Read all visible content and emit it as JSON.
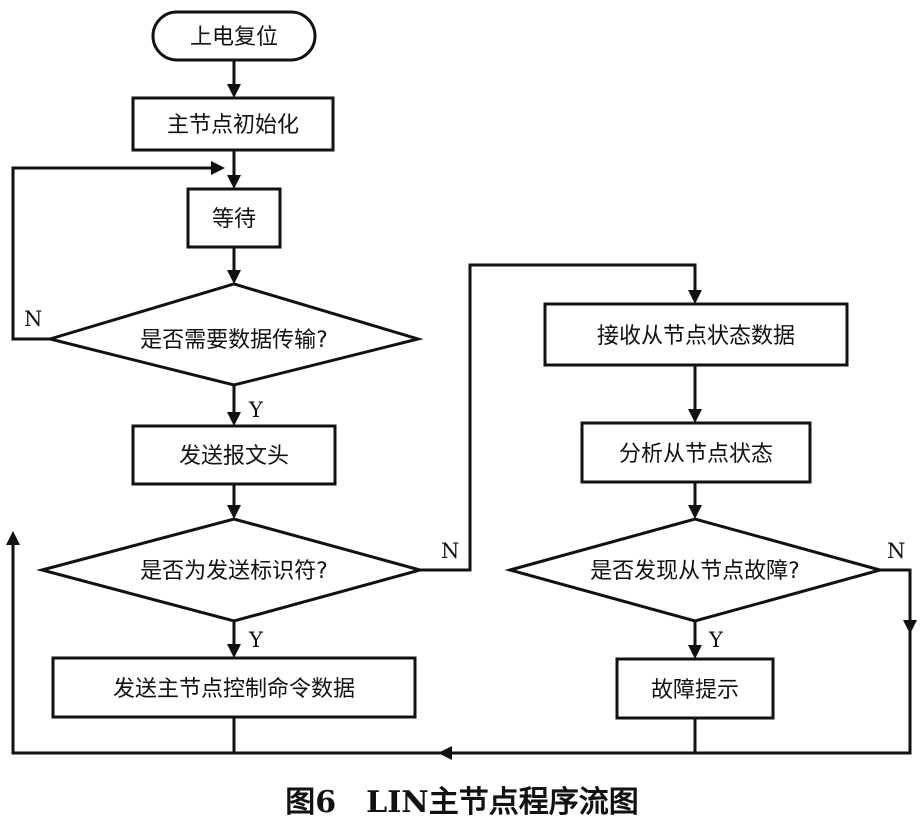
{
  "nodes": {
    "start": "上电复位",
    "init": "主节点初始化",
    "wait": "等待",
    "need_transfer": "是否需要数据传输?",
    "send_header": "发送报文头",
    "is_send_id": "是否为发送标识符?",
    "send_master_data": "发送主节点控制命令数据",
    "receive_slave": "接收从节点状态数据",
    "analyze_slave": "分析从节点状态",
    "fault_found": "是否发现从节点故障?",
    "fault_alert": "故障提示"
  },
  "branch_labels": {
    "need_transfer_no": "N",
    "need_transfer_yes": "Y",
    "is_send_id_no": "N",
    "is_send_id_yes": "Y",
    "fault_found_no": "N",
    "fault_found_yes": "Y"
  },
  "caption": "图6　LIN主节点程序流图"
}
